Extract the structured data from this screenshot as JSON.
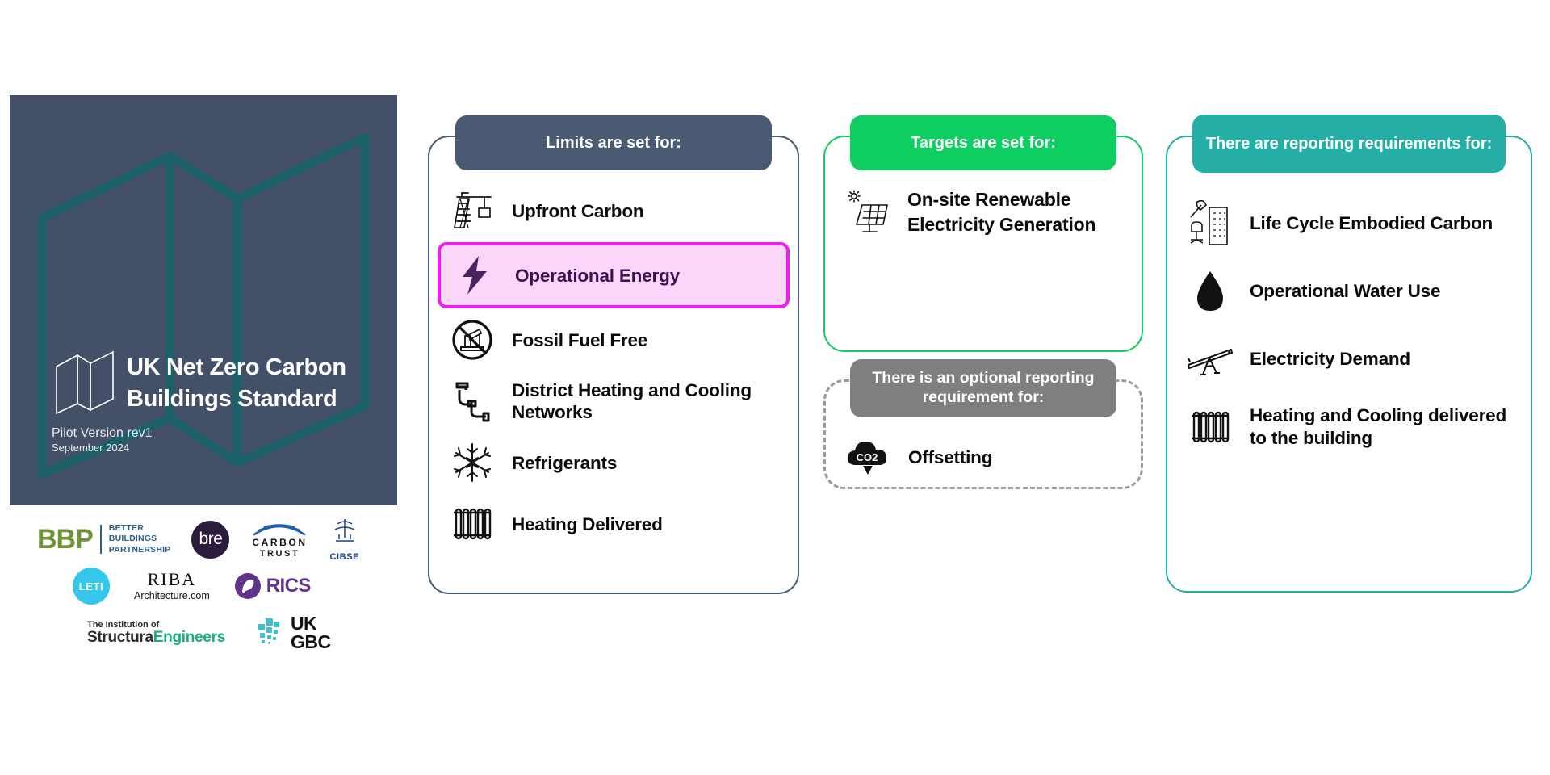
{
  "cover": {
    "title": "UK Net Zero Carbon Buildings Standard",
    "version": "Pilot Version rev1",
    "date": "September 2024",
    "background_color": "#435067",
    "accent_color": "#1d6168"
  },
  "logos": [
    {
      "name": "bbp-logo",
      "mark": "BBP",
      "line1": "BETTER",
      "line2": "BUILDINGS",
      "line3": "PARTNERSHIP"
    },
    {
      "name": "bre-logo",
      "mark": "bre"
    },
    {
      "name": "carbon-trust-logo",
      "line1": "CARBON",
      "line2": "TRUST"
    },
    {
      "name": "cibse-logo",
      "mark": "CIBSE"
    },
    {
      "name": "leti-logo",
      "mark": "LETI"
    },
    {
      "name": "riba-logo",
      "line1": "RIBA",
      "line2": "Architecture.com"
    },
    {
      "name": "rics-logo",
      "mark": "RICS"
    },
    {
      "name": "istructe-logo",
      "line1": "The Institution of",
      "line2a": "Structura",
      "line2b": "Engineers"
    },
    {
      "name": "ukgbc-logo",
      "line1": "UK",
      "line2": "GBC"
    }
  ],
  "cards": [
    {
      "id": "limits",
      "header": "Limits are set for:",
      "header_color": "#4a5a72",
      "border_color": "#4a5a72",
      "items": [
        {
          "icon": "crane-icon",
          "label": "Upfront Carbon",
          "highlighted": false
        },
        {
          "icon": "lightning-bolt-icon",
          "label": "Operational Energy",
          "highlighted": true
        },
        {
          "icon": "no-fossil-fuel-icon",
          "label": "Fossil Fuel Free",
          "highlighted": false
        },
        {
          "icon": "pipe-icon",
          "label": "District Heating and Cooling Networks",
          "highlighted": false
        },
        {
          "icon": "snowflake-icon",
          "label": "Refrigerants",
          "highlighted": false
        },
        {
          "icon": "radiator-icon",
          "label": "Heating Delivered",
          "highlighted": false
        }
      ],
      "highlight": {
        "fill": "#fbd6fb",
        "border": "#ed1fed",
        "text": "#3d1250"
      }
    },
    {
      "id": "targets",
      "header": "Targets are set for:",
      "header_color": "#0ece62",
      "border_color": "#0ece62",
      "items": [
        {
          "icon": "solar-panel-icon",
          "label": "On-site Renewable Electricity Generation",
          "highlighted": false
        }
      ]
    },
    {
      "id": "optional",
      "header": "There is an optional reporting requirement for:",
      "header_color": "#7f7f7f",
      "border_color": "#9a9a9a",
      "border_style": "dashed",
      "items": [
        {
          "icon": "co2-cloud-icon",
          "label": "Offsetting",
          "highlighted": false
        }
      ]
    },
    {
      "id": "reporting",
      "header": "There are reporting requirements for:",
      "header_color": "#25aea6",
      "border_color": "#25aea6",
      "items": [
        {
          "icon": "hammer-building-icon",
          "label": "Life Cycle Embodied Carbon",
          "highlighted": false
        },
        {
          "icon": "water-droplet-icon",
          "label": "Operational Water Use",
          "highlighted": false
        },
        {
          "icon": "seesaw-icon",
          "label": "Electricity Demand",
          "highlighted": false
        },
        {
          "icon": "radiator-icon",
          "label": "Heating and Cooling delivered to the building",
          "highlighted": false
        }
      ]
    }
  ]
}
